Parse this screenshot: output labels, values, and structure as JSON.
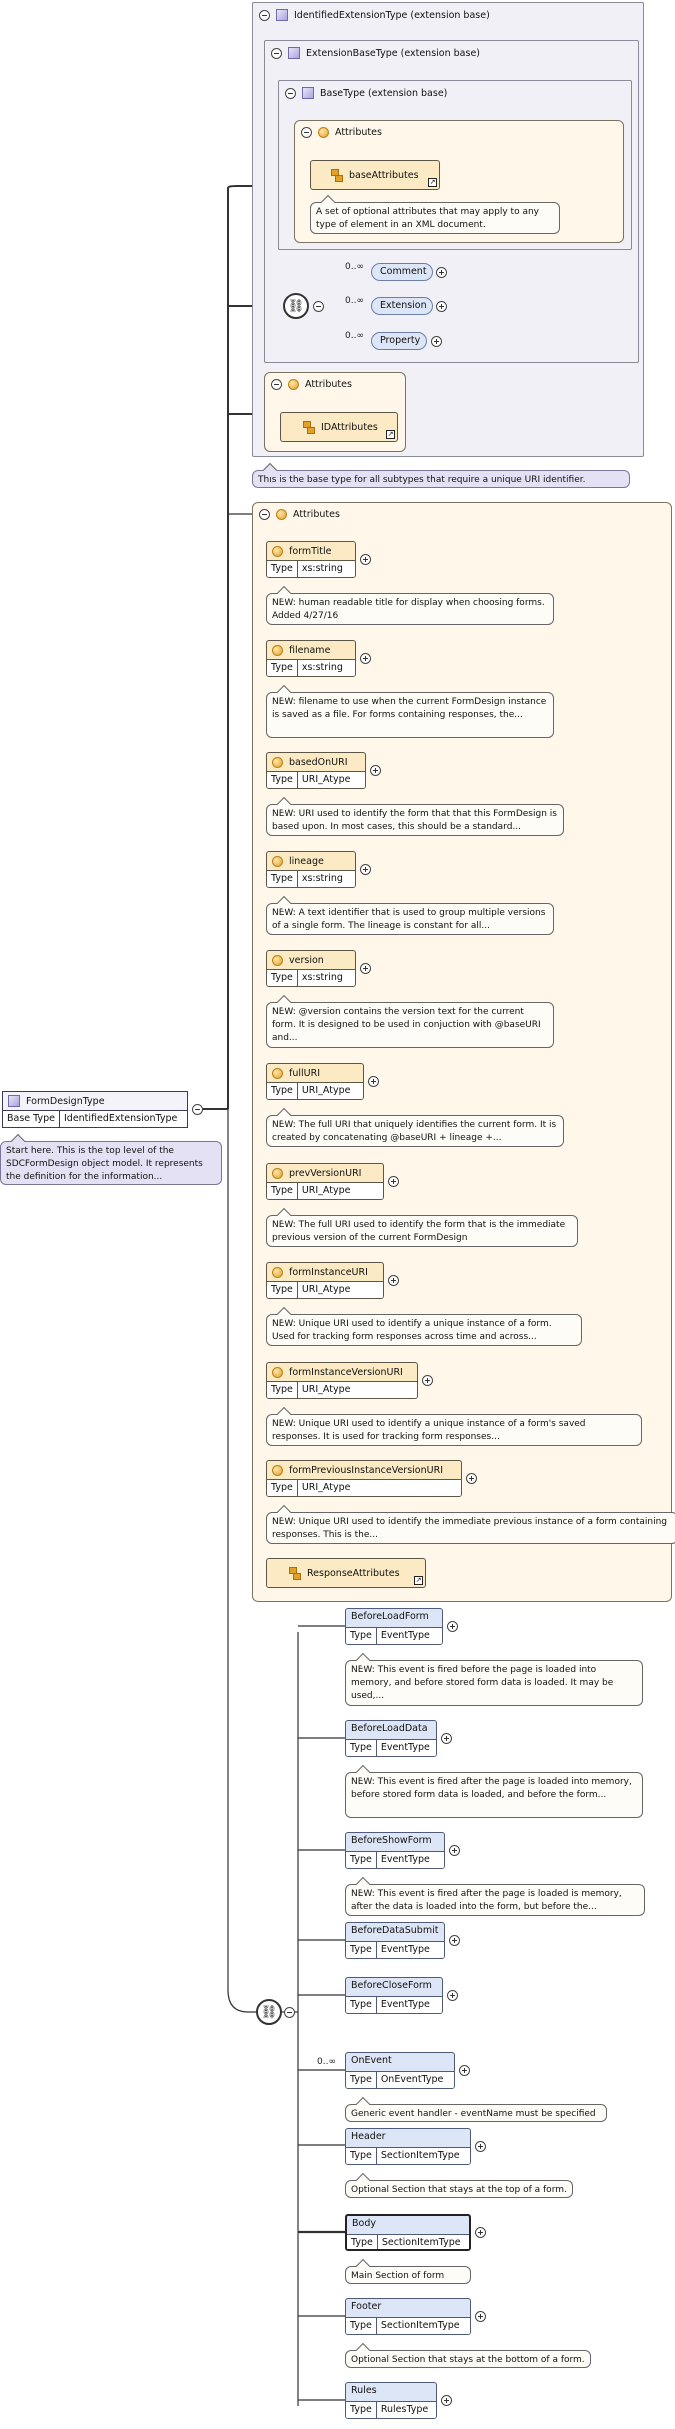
{
  "root": {
    "name": "FormDesignType",
    "base_type_label": "Base Type",
    "base_type": "IdentifiedExtensionType",
    "doc": "Start here.  This is the top level of the SDCFormDesign object model.  It represents the definition for the information..."
  },
  "ext": {
    "identified": "IdentifiedExtensionType (extension base)",
    "extension_base": "ExtensionBaseType (extension base)",
    "base_type": "BaseType (extension base)",
    "attributes_label": "Attributes",
    "base_attributes": "baseAttributes",
    "base_attributes_doc": "A set of optional attributes that may apply to any type of element in an XML document.",
    "seq_items": [
      {
        "occ": "0..∞",
        "name": "Comment"
      },
      {
        "occ": "0..∞",
        "name": "Extension"
      },
      {
        "occ": "0..∞",
        "name": "Property"
      }
    ],
    "id_attributes": "IDAttributes",
    "identified_doc": "This is the base type for all subtypes that require a unique URI identifier."
  },
  "attributes": {
    "label": "Attributes",
    "type_label": "Type",
    "items": [
      {
        "name": "formTitle",
        "type": "xs:string",
        "doc": "NEW: human readable title for display when choosing forms. Added 4/27/16"
      },
      {
        "name": "filename",
        "type": "xs:string",
        "doc": "NEW: filename to use when the current FormDesign instance is saved as a file. For forms containing responses, the..."
      },
      {
        "name": "basedOnURI",
        "type": "URI_Atype",
        "doc": "NEW: URI used to identify the form that that this FormDesign is based upon. In most cases, this should be a standard..."
      },
      {
        "name": "lineage",
        "type": "xs:string",
        "doc": "NEW: A text identifier that is used to group multiple versions of a single form. The lineage is constant for all..."
      },
      {
        "name": "version",
        "type": "xs:string",
        "doc": "NEW: @version contains the version text for the current form. It is designed to be used in conjuction with @baseURI and..."
      },
      {
        "name": "fullURI",
        "type": "URI_Atype",
        "doc": "NEW: The full URI that uniquely identifies the current form. It is created by concatenating @baseURI + lineage +..."
      },
      {
        "name": "prevVersionURI",
        "type": "URI_Atype",
        "doc": "NEW: The full URI used to identify the form that is the immediate previous version of the current FormDesign"
      },
      {
        "name": "formInstanceURI",
        "type": "URI_Atype",
        "doc": "NEW: Unique URI used to identify a unique instance of a form. Used for tracking form responses across time and across..."
      },
      {
        "name": "formInstanceVersionURI",
        "type": "URI_Atype",
        "doc": "NEW: Unique URI used to identify a unique instance of a form's saved responses. It is used for tracking form responses..."
      },
      {
        "name": "formPreviousInstanceVersionURI",
        "type": "URI_Atype",
        "doc": "NEW: Unique URI used to identify the immediate previous instance of a form containing responses. This is the..."
      }
    ],
    "response_attributes": "ResponseAttributes"
  },
  "elements": {
    "type_label": "Type",
    "items": [
      {
        "name": "BeforeLoadForm",
        "type": "EventType",
        "occ": "",
        "doc": "NEW: This event is fired before the page is loaded into memory, and before stored form data is loaded. It may be used,..."
      },
      {
        "name": "BeforeLoadData",
        "type": "EventType",
        "occ": "",
        "doc": "NEW: This event is fired after the page is loaded into memory, before stored form data is loaded, and before the form..."
      },
      {
        "name": "BeforeShowForm",
        "type": "EventType",
        "occ": "",
        "doc": "NEW: This event is fired after the page is loaded is memory, after the data is loaded into the form, but before the..."
      },
      {
        "name": "BeforeDataSubmit",
        "type": "EventType",
        "occ": "",
        "doc": ""
      },
      {
        "name": "BeforeCloseForm",
        "type": "EventType",
        "occ": "",
        "doc": ""
      },
      {
        "name": "OnEvent",
        "type": "OnEventType",
        "occ": "0..∞",
        "doc": "Generic event handler - eventName must be specified"
      },
      {
        "name": "Header",
        "type": "SectionItemType",
        "occ": "",
        "doc": "Optional Section that stays at the top of a form."
      },
      {
        "name": "Body",
        "type": "SectionItemType",
        "occ": "",
        "doc": "Main Section of form"
      },
      {
        "name": "Footer",
        "type": "SectionItemType",
        "occ": "",
        "doc": "Optional Section that stays at the bottom of a form."
      },
      {
        "name": "Rules",
        "type": "RulesType",
        "occ": "",
        "doc": ""
      }
    ]
  }
}
